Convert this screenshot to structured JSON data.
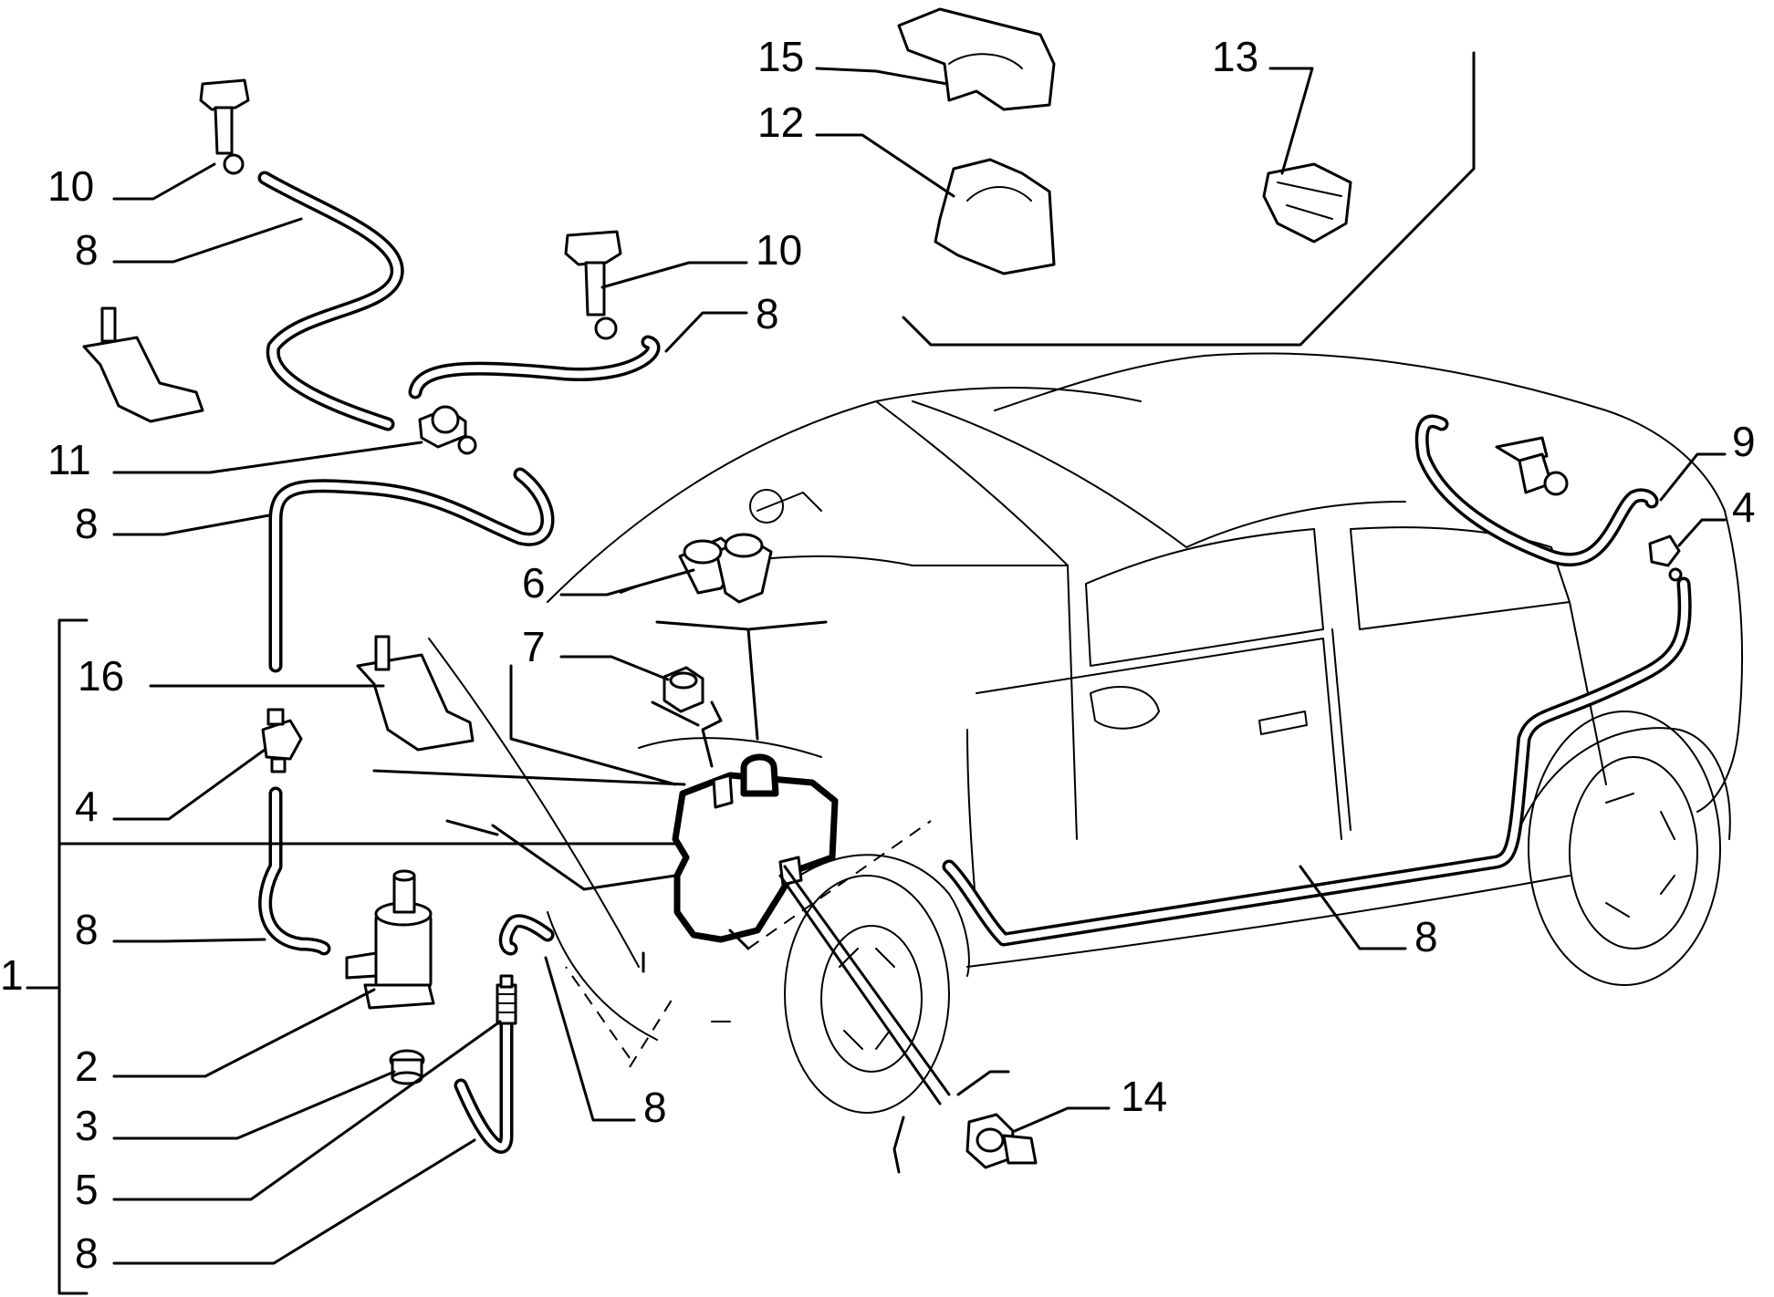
{
  "diagram": {
    "callouts": {
      "c15": "15",
      "c12": "12",
      "c13": "13",
      "c10a": "10",
      "c8a": "8",
      "c10b": "10",
      "c8b": "8",
      "c11": "11",
      "c8c": "8",
      "c9": "9",
      "c4a": "4",
      "c6": "6",
      "c7": "7",
      "c16": "16",
      "c4b": "4",
      "c8d": "8",
      "c8e": "8",
      "c1": "1",
      "c2": "2",
      "c3": "3",
      "c5": "5",
      "c8f": "8",
      "c8g": "8",
      "c14": "14"
    }
  }
}
